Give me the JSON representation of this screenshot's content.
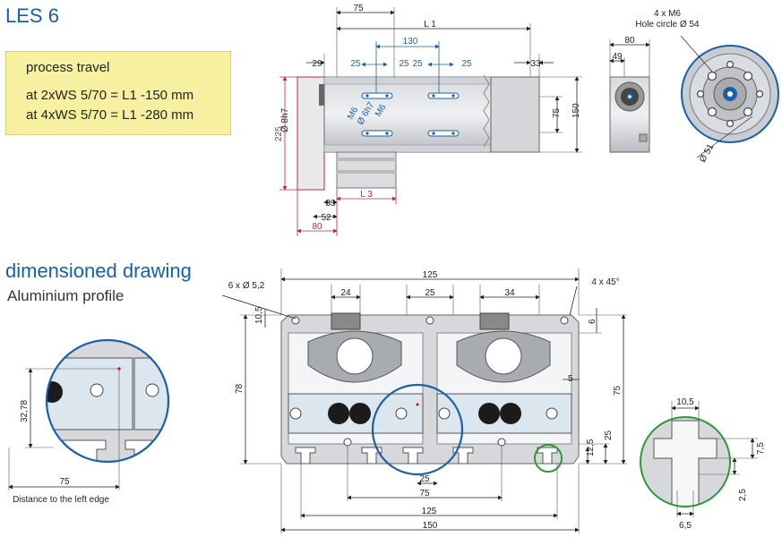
{
  "header": {
    "title": "LES 6"
  },
  "travel_box": {
    "heading": "process travel",
    "line1": "at 2xWS 5/70 = L1 -150 mm",
    "line2": "at 4xWS 5/70 = L1 -280 mm"
  },
  "section": {
    "heading": "dimensioned drawing",
    "subheading": "Aluminium profile"
  },
  "colors": {
    "title_blue": "#1a5fa8",
    "note_yellow": "#f7f0a0",
    "dim_red": "#b0303a",
    "circle_green": "#2a9a3a"
  },
  "side_view": {
    "top": {
      "d75": "75",
      "l1": "L 1",
      "d130": "130",
      "d29": "29",
      "d33": "33",
      "d25a": "25",
      "d25b": "25",
      "d25c": "25",
      "d25d": "25"
    },
    "labels": {
      "m6a": "M6",
      "phi6h7": "Ø 6h7",
      "m6b": "M6",
      "phi8h7": "Ø 8h7"
    },
    "right": {
      "d75": "75",
      "d150": "150"
    },
    "left": {
      "d225": "225"
    },
    "bottom": {
      "d33": "33",
      "l3": "L 3",
      "d52": "52",
      "d80": "80"
    }
  },
  "end_view": {
    "d80": "80",
    "d49": "49"
  },
  "flange_view": {
    "holes": "4 x M6",
    "hole_circle": "Hole circle Ø 54",
    "phi51": "Ø 51"
  },
  "profile": {
    "holes": "6 x Ø 5,2",
    "chamfer": "4 x 45°",
    "d125_top": "125",
    "d24": "24",
    "d25_top": "25",
    "d34": "34",
    "d10_5": "10,5",
    "d6": "6",
    "d5": "5",
    "d78": "78",
    "d75_right": "75",
    "d12_5": "12,5",
    "d25_right": "25",
    "d25_bottom": "25",
    "d75_bottom": "75",
    "d125_bottom": "125",
    "d150_bottom": "150"
  },
  "left_detail": {
    "d32_78": "32,78",
    "d75": "75",
    "caption": "Distance to the left edge"
  },
  "slot_detail": {
    "d10_5": "10,5",
    "d7_5": "7,5",
    "d2_5": "2,5",
    "d6_5": "6,5"
  }
}
